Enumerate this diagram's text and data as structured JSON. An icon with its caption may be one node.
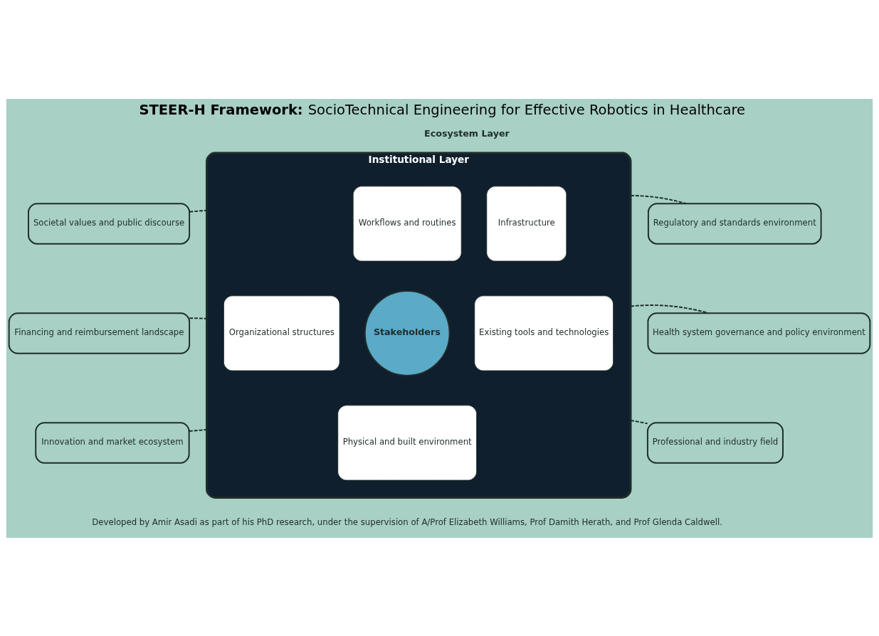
{
  "diagram": {
    "title": "**STEER-H Framework:** SocioTechnical Engineering for Effective Robotics in Healthcare",
    "caption": "Developed by Amir Asadi as part of his PhD research, under the supervision of A/Prof Elizabeth Williams, Prof Damith Herath, and Prof Glenda Caldwell.",
    "nodes": [
      {
        "text": [
          "Institutional Layer"
        ]
      },
      {
        "text": [
          "Workflows and routines"
        ],
        "in": 0
      },
      {
        "text": [
          "Infrastructure"
        ],
        "in": 0
      },
      {
        "text": [
          "Organizational structures"
        ],
        "in": 0
      },
      {
        "text": [
          "Stakeholders"
        ],
        "in": 0
      },
      {
        "text": [
          "Existing tools and technologies"
        ],
        "in": 0
      },
      {
        "text": [
          "Physical and built environment"
        ],
        "in": 0
      },
      {
        "text": [
          "Societal values and public discourse"
        ]
      },
      {
        "text": [
          "Regulatory and standards environment"
        ]
      },
      {
        "text": [
          "Financing and reimbursement landscape"
        ]
      },
      {
        "text": [
          "Health system governance and policy environment"
        ]
      },
      {
        "text": [
          "Innovation and market ecosystem"
        ]
      },
      {
        "text": [
          "Professional and industry field"
        ]
      }
    ],
    "edges": [
      {
        "from": 7,
        "to": 0,
        "arrow": "none",
        "style": "dashed"
      },
      {
        "from": 0,
        "to": 8,
        "arrow": "none",
        "style": "dashed"
      },
      {
        "from": 9,
        "to": 0,
        "arrow": "none",
        "style": "dashed"
      },
      {
        "from": 0,
        "to": 10,
        "arrow": "none",
        "style": "dashed"
      },
      {
        "from": 11,
        "to": 0,
        "arrow": "none",
        "style": "dashed"
      },
      {
        "from": 0,
        "to": 12,
        "arrow": "none",
        "style": "dashed"
      }
    ],
    "labels": [
      "Ecosystem Layer"
    ]
  }
}
